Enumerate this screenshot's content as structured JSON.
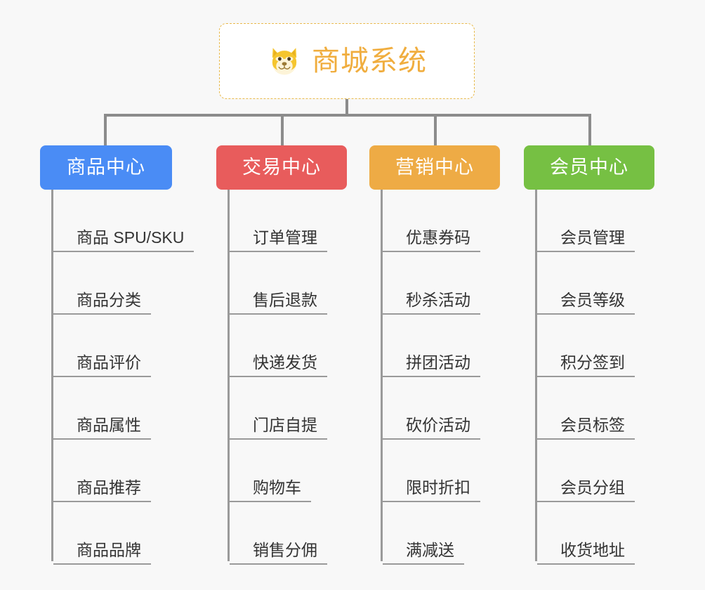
{
  "canvas": {
    "background": "#f8f8f8",
    "connector_color": "#8c8c8c",
    "leaf_line_color": "#9a9a9a"
  },
  "root": {
    "title": "商城系统",
    "icon": "shiba-inu-dog-face-icon",
    "text_color": "#f0ad3e",
    "border_color": "#e8b94b",
    "background": "#ffffff"
  },
  "categories": [
    {
      "id": "product-center",
      "label": "商品中心",
      "color": "#4a8cf5",
      "items": [
        {
          "label": "商品 SPU/SKU"
        },
        {
          "label": "商品分类"
        },
        {
          "label": "商品评价"
        },
        {
          "label": "商品属性"
        },
        {
          "label": "商品推荐"
        },
        {
          "label": "商品品牌"
        }
      ]
    },
    {
      "id": "trade-center",
      "label": "交易中心",
      "color": "#e85c5c",
      "items": [
        {
          "label": "订单管理"
        },
        {
          "label": "售后退款"
        },
        {
          "label": "快递发货"
        },
        {
          "label": "门店自提"
        },
        {
          "label": "购物车"
        },
        {
          "label": "销售分佣"
        }
      ]
    },
    {
      "id": "marketing-center",
      "label": "营销中心",
      "color": "#eeab45",
      "items": [
        {
          "label": "优惠券码"
        },
        {
          "label": "秒杀活动"
        },
        {
          "label": "拼团活动"
        },
        {
          "label": "砍价活动"
        },
        {
          "label": "限时折扣"
        },
        {
          "label": "满减送"
        }
      ]
    },
    {
      "id": "member-center",
      "label": "会员中心",
      "color": "#76c043",
      "items": [
        {
          "label": "会员管理"
        },
        {
          "label": "会员等级"
        },
        {
          "label": "积分签到"
        },
        {
          "label": "会员标签"
        },
        {
          "label": "会员分组"
        },
        {
          "label": "收货地址"
        }
      ]
    }
  ]
}
